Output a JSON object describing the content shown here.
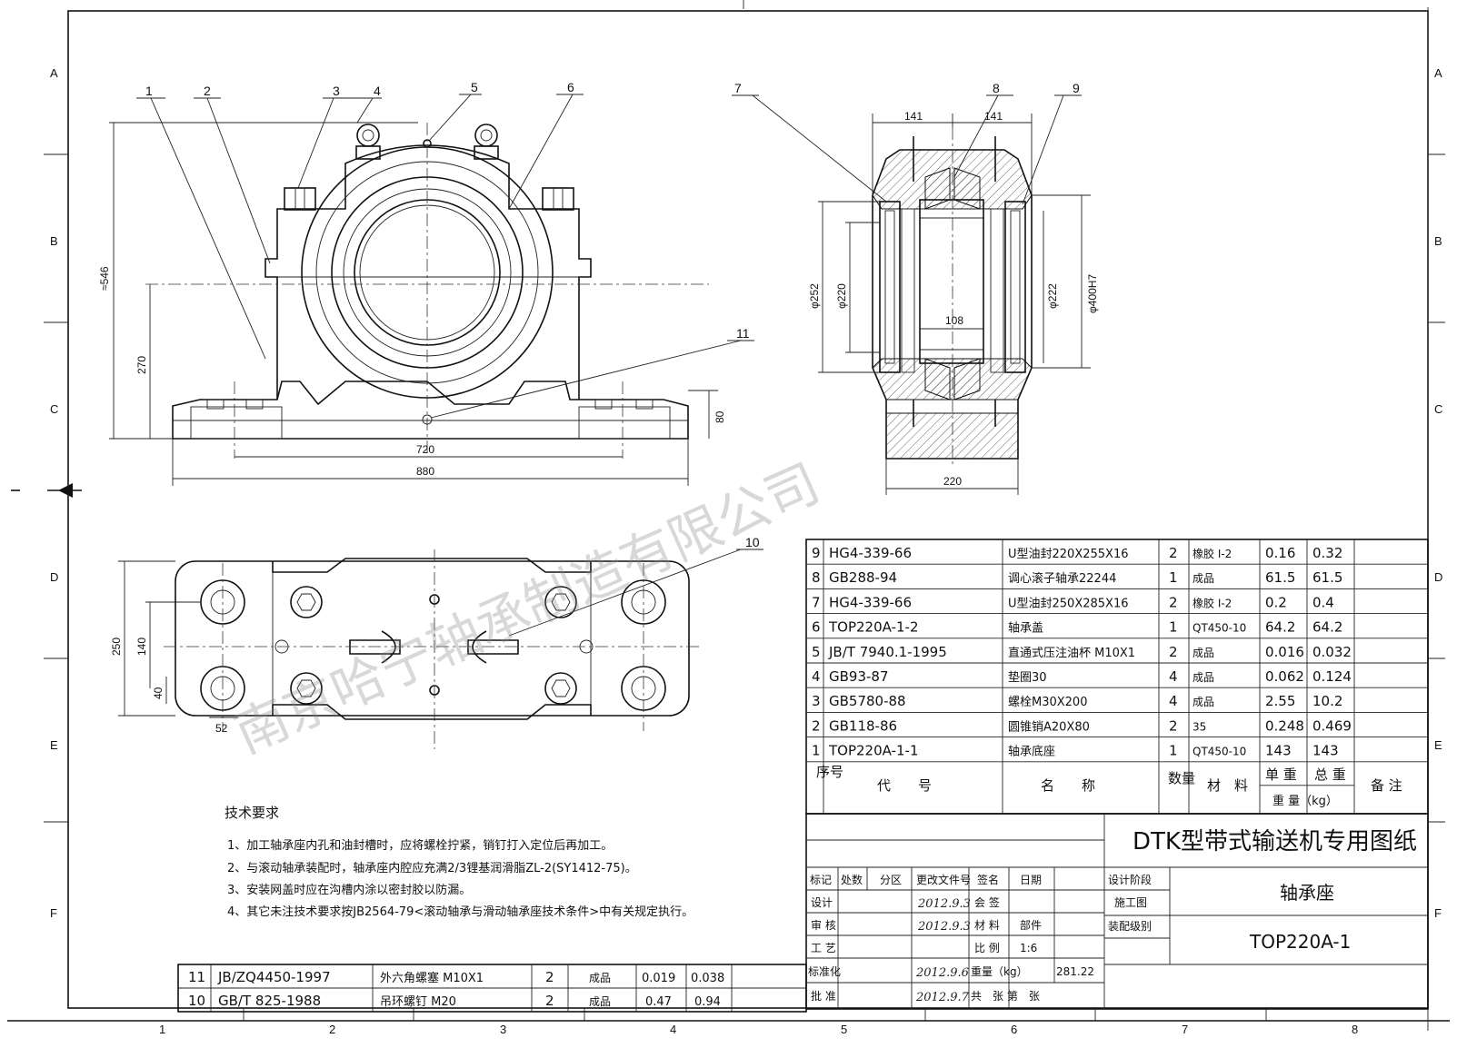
{
  "zones": {
    "left": [
      "A",
      "B",
      "C",
      "D",
      "E",
      "F"
    ],
    "right": [
      "A",
      "B",
      "C",
      "D",
      "E",
      "F"
    ],
    "bottom": [
      "1",
      "2",
      "3",
      "4",
      "5",
      "6",
      "7",
      "8"
    ]
  },
  "front_view": {
    "callouts": [
      "1",
      "2",
      "3",
      "4",
      "5",
      "6",
      "11"
    ],
    "dims": {
      "height": "≈546",
      "center": "270",
      "base": "80",
      "bolt_span": "720",
      "length": "880"
    }
  },
  "section_view": {
    "callouts": [
      "7",
      "8",
      "9"
    ],
    "dims": {
      "left": "141",
      "right": "141",
      "d252": "φ252",
      "d220": "φ220",
      "width_inner": "108",
      "d222": "φ222",
      "d400": "φ400H7",
      "width": "220"
    }
  },
  "top_view": {
    "callouts": [
      "10"
    ],
    "dims": {
      "width": "250",
      "bolt": "140",
      "edge": "40",
      "hole": "52"
    }
  },
  "watermark": "南京哈宁轴承制造有限公司",
  "parts": [
    {
      "no": "9",
      "code": "HG4-339-66",
      "name": "U型油封220X255X16",
      "qty": "2",
      "material": "橡胶 I-2",
      "unit": "0.16",
      "total": "0.32",
      "note": ""
    },
    {
      "no": "8",
      "code": "GB288-94",
      "name": "调心滚子轴承22244",
      "qty": "1",
      "material": "成品",
      "unit": "61.5",
      "total": "61.5",
      "note": ""
    },
    {
      "no": "7",
      "code": "HG4-339-66",
      "name": "U型油封250X285X16",
      "qty": "2",
      "material": "橡胶 I-2",
      "unit": "0.2",
      "total": "0.4",
      "note": ""
    },
    {
      "no": "6",
      "code": "TOP220A-1-2",
      "name": "轴承盖",
      "qty": "1",
      "material": "QT450-10",
      "unit": "64.2",
      "total": "64.2",
      "note": ""
    },
    {
      "no": "5",
      "code": "JB/T 7940.1-1995",
      "name": "直通式压注油杯 M10X1",
      "qty": "2",
      "material": "成品",
      "unit": "0.016",
      "total": "0.032",
      "note": ""
    },
    {
      "no": "4",
      "code": "GB93-87",
      "name": "垫圈30",
      "qty": "4",
      "material": "成品",
      "unit": "0.062",
      "total": "0.124",
      "note": ""
    },
    {
      "no": "3",
      "code": "GB5780-88",
      "name": "螺栓M30X200",
      "qty": "4",
      "material": "成品",
      "unit": "2.55",
      "total": "10.2",
      "note": ""
    },
    {
      "no": "2",
      "code": "GB118-86",
      "name": "圆锥销A20X80",
      "qty": "2",
      "material": "35",
      "unit": "0.248",
      "total": "0.469",
      "note": ""
    },
    {
      "no": "1",
      "code": "TOP220A-1-1",
      "name": "轴承底座",
      "qty": "1",
      "material": "QT450-10",
      "unit": "143",
      "total": "143",
      "note": ""
    }
  ],
  "parts_header": {
    "no": "序号",
    "code": "代　　号",
    "name": "名　　称",
    "qty": "数量",
    "material": "材　料",
    "unit": "单 重",
    "total": "总 重",
    "weight": "重 量（kg）",
    "note": "备 注"
  },
  "lower_parts": [
    {
      "no": "11",
      "code": "JB/ZQ4450-1997",
      "name": "外六角螺塞 M10X1",
      "qty": "2",
      "material": "成品",
      "unit": "0.019",
      "total": "0.038"
    },
    {
      "no": "10",
      "code": "GB/T 825-1988",
      "name": "吊环螺钉 M20",
      "qty": "2",
      "material": "成品",
      "unit": "0.47",
      "total": "0.94"
    }
  ],
  "tech": {
    "title": "技术要求",
    "items": [
      "1、加工轴承座内孔和油封槽时，应将螺栓拧紧，销钉打入定位后再加工。",
      "2、与滚动轴承装配时，轴承座内腔应充满2/3锂基润滑脂ZL-2(SY1412-75)。",
      "3、安装网盖时应在沟槽内涂以密封胶以防漏。",
      "4、其它未注技术要求按JB2564-79<滚动轴承与滑动轴承座技术条件>中有关规定执行。"
    ]
  },
  "title_block": {
    "project": "DTK型带式输送机专用图纸",
    "drawing_name": "轴承座",
    "drawing_no": "TOP220A-1",
    "headers": [
      "标记",
      "处数",
      "分区",
      "更改文件号",
      "签名",
      "日期"
    ],
    "design": "设计",
    "design_date": "2012.9.3",
    "countersign": "会 签",
    "check": "审 核",
    "check_date": "2012.9.3",
    "process": "工 艺",
    "standard": "标准化",
    "standard_date": "2012.9.6",
    "approve": "批 准",
    "approve_date": "2012.9.7",
    "material_label": "材 料",
    "material_value": "部件",
    "scale_label": "比 例",
    "scale_value": "1:6",
    "weight_label": "重量（kg）",
    "weight_value": "281.22",
    "sheets": "共　张 第　张",
    "stage_label": "设计阶段",
    "stage_value": "施工图",
    "level_label": "装配级别"
  }
}
